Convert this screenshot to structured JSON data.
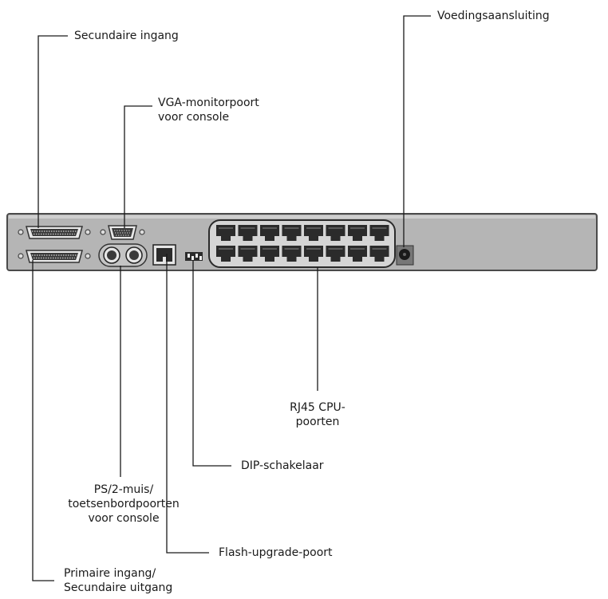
{
  "labels": {
    "secondary_input": "Secundaire ingang",
    "vga_port_line1": "VGA-monitorpoort",
    "vga_port_line2": "voor console",
    "power": "Voedingsaansluiting",
    "rj45_line1": "RJ45 CPU-",
    "rj45_line2": "poorten",
    "ps2_line1": "PS/2-muis/",
    "ps2_line2": "toetsenbordpoorten",
    "ps2_line3": "voor console",
    "dip": "DIP-schakelaar",
    "flash": "Flash-upgrade-poort",
    "primary_line1": "Primaire ingang/",
    "primary_line2": "Secundaire uitgang"
  },
  "colors": {
    "chassis": "#b3b3b3",
    "chassis_border": "#555555",
    "port_dark": "#2b2b2b",
    "leader": "#1a1a1a"
  },
  "rj45_port_count": 16
}
